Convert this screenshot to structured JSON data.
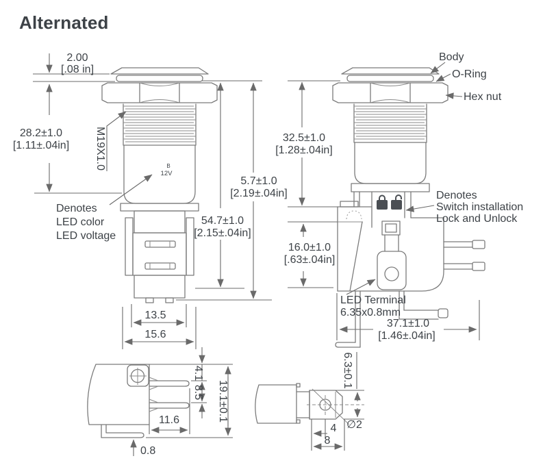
{
  "title": "Alternated",
  "colors": {
    "line": "#7b7b7b",
    "dim_line": "#6a6a6a",
    "text": "#3d4247",
    "lock_fill": "#4b4f54"
  },
  "front_view": {
    "dims": {
      "cap_thickness": {
        "mm": "2.00",
        "in": "[.08 in]"
      },
      "thread_length": {
        "mm": "28.2±1.0",
        "in": "[1.11±.04in]"
      },
      "overall_length": {
        "mm": "5.7±1.0",
        "in": "[2.19±.04in]"
      },
      "body_length": {
        "mm": "54.7±1.0",
        "in": "[2.15±.04in]"
      },
      "base_width_inner": "13.5",
      "base_width_outer": "15.6",
      "thread_spec": "M19X1.0"
    },
    "marking": {
      "color_code": "B",
      "voltage": "12V"
    },
    "note": {
      "line1": "Denotes",
      "line2": "LED color",
      "line3": "LED voltage"
    }
  },
  "side_view": {
    "labels": {
      "body": "Body",
      "oring": "O-Ring",
      "hexnut": "Hex nut"
    },
    "dims": {
      "upper": {
        "mm": "32.5±1.0",
        "in": "[1.28±.04in]"
      },
      "lower": {
        "mm": "16.0±1.0",
        "in": "[.63±.04in]"
      },
      "width": {
        "mm": "37.1±1.0",
        "in": "[1.46±.04in]"
      }
    },
    "note": {
      "line1": "Denotes",
      "line2": "Switch installation",
      "line3": "Lock and Unlock"
    },
    "terminal_note": {
      "line1": "LED Terminal",
      "line2": "6.35x0.8mm"
    }
  },
  "bottom_left_view": {
    "dims": {
      "pin_offset": "4.1",
      "pin_pitch": "8.5",
      "height": "19.1±0.1",
      "pin_length": "11.6",
      "foot_thickness": "0.8"
    }
  },
  "bottom_right_view": {
    "dims": {
      "terminal_height": "6.3±0.1",
      "hole_dia": "∅2",
      "hole_offset": "4",
      "terminal_width": "8"
    }
  }
}
